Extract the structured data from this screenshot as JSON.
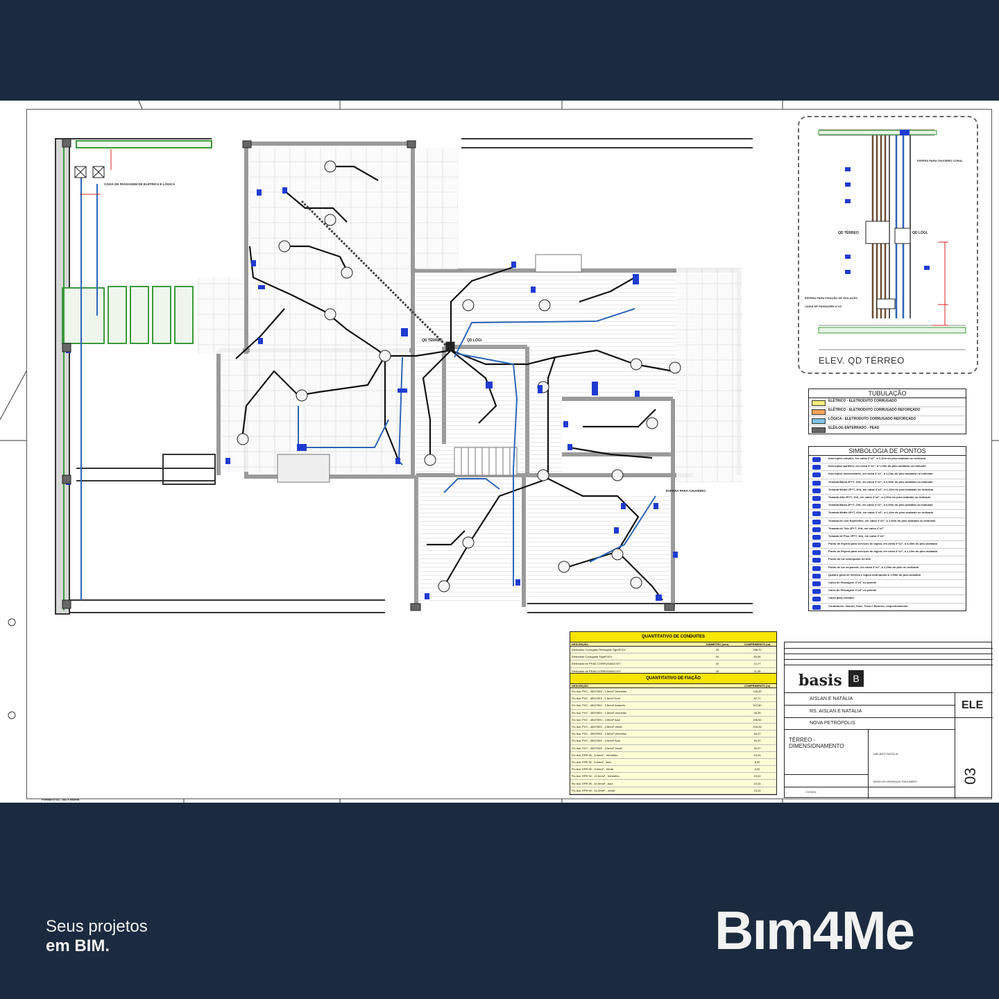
{
  "sheet": {
    "elevation_title": "ELEV. QD TÉRREO",
    "elevation_labels": [
      "QD TÉRREO",
      "QD LÓGI.",
      "ESPERA PARA CHUVEIRO CORAL",
      "ESPERA PARA FIXAÇÃO DE ISOLAÇÃO",
      "CAIXA DE PASSAGEM 4\"x4\""
    ],
    "plan_labels": {
      "caixa_passagem": "CAIXA DE PASSAGEM DE ELÉTRICA E LÓGICA",
      "qd_terreo": "QD TÉRREO",
      "qd_logi": "QD LÓGI",
      "espera_chuveiro": "ESPERA PARA CHUVEIRO"
    },
    "tubulacao": {
      "title": "TUBULAÇÃO",
      "rows": [
        {
          "label": "ELÉTRICO - ELETRODUTO CORRUGADO",
          "color": "#f5ef7a"
        },
        {
          "label": "ELÉTRICO - ELETRODUTO CORRUGADO REFORÇADO",
          "color": "#f0a35a"
        },
        {
          "label": "LÓGICA - ELETRODUTO CORRUGADO REFORÇADO",
          "color": "#7ec3e8"
        },
        {
          "label": "ELÉ/LOG ENTERRADO - PEAD",
          "color": "#666666"
        }
      ]
    },
    "simbologia": {
      "title": "SIMBOLOGIA DE PONTOS",
      "rows": [
        "Interruptor simples, em caixa 4\"x2\", a 1,10m do piso acabado ou indicado",
        "Interruptor paralelo, em caixa 4\"x2\", a 1,10m do piso acabado ou indicado",
        "Interruptor intermediário, em caixa 4\"x2\", a 1,10m do piso acabado ou indicado",
        "Tomada Baixa 2P+T, 10A, em caixa 4\"x2\", a 0,30m do piso acabado ou indicado",
        "Tomada Média 2P+T, 10A, em caixa 4\"x2\", a 1,10m do piso acabado ou indicado",
        "Tomada Alta 2P+T, 10A, em caixa 4\"x2\", a 2,20m do piso acabado ou indicado",
        "Tomada Baixa 2P+T, 20A, em caixa 4\"x2\", a 0,30m do piso acabado ou indicado",
        "Tomada Média 2P+T, 20A, em caixa 4\"x2\", a 1,10m do piso acabado ou indicado",
        "Tomada de Uso Específico, em caixa 4\"x2\", a 1,60m do piso acabado ou indicado",
        "Tomada de Tela 2P+T, 10A, em caixa 4\"x2\"",
        "Tomada de Piso 2P+T, 10A, em caixa 4\"x4\"",
        "Ponto de Espera para serviços de lógica, em caixa 4\"x2\", a 0,30m do piso acabado",
        "Ponto de Espera para serviços de lógica, em caixa 4\"x2\", a 1,10m do piso acabado",
        "Ponto de luz sobreposto no teto",
        "Ponto de luz na parede, em caixa 4\"x2\", a 2,20m do piso ou indicado",
        "Quadro geral de elétrica e lógica sobreposto a 1,50m do piso acabado",
        "Caixa de Passagem 4\"x4\" no parede",
        "Caixa de Passagem 4\"x4\" no parede",
        "Caixa para medidor",
        "Condutores: Neutro, Fase, Terra e Retorno, respectivamente"
      ]
    },
    "condutos": {
      "title": "QUANTITATIVO DE CONDUITES",
      "columns": [
        "DESCRIÇÃO",
        "DIÂMETRO (mm)",
        "COMPRIMENTO (m)"
      ],
      "rows": [
        [
          "Eletroduto Corrugado Reforçado TigreFLEX",
          "25",
          "258,70"
        ],
        [
          "Eletroduto Corrugado TigreFLEX",
          "20",
          "60,06"
        ],
        [
          "Eletroduto de PEAD CORRUGADO KIT",
          "32",
          "12,27"
        ],
        [
          "Eletroduto de PEAD CORRUGADO KIT",
          "40",
          "11,45"
        ]
      ]
    },
    "fiacao": {
      "title": "QUANTITATIVO DE FIAÇÃO",
      "columns": [
        "DESCRIÇÃO",
        "COMPRIMENTO (m)"
      ],
      "rows": [
        [
          "Fio Isol. PVC - 450/750V - 1,5mm² Vermelho",
          "139,45"
        ],
        [
          "Fio Isol. PVC - 450/750V - 1,5mm² Azul",
          "87,71"
        ],
        [
          "Fio Isol. PVC - 450/750V - 1,5mm² Amarelo",
          "312,80"
        ],
        [
          "Fio Isol. PVC - 450/750V - 1,5mm² Vermelho",
          "28,28"
        ],
        [
          "Fio Isol. PVC - 450/750V - 2,5mm² Azul",
          "206,52"
        ],
        [
          "Fio Isol. PVC - 450/750V - 2,5mm² Verde",
          "216,26"
        ],
        [
          "Fio Isol. PVC - 450/750V - 2,5mm² Vermelho",
          "40,37"
        ],
        [
          "Fio Isol. PVC - 450/750V - 4,0mm² Azul",
          "40,37"
        ],
        [
          "Fio Isol. PVC - 450/750V - 4,0mm² Verde",
          "40,37"
        ],
        [
          "Fio Isol. EPR 90 - 6,0mm² - Vermelho",
          "23,24"
        ],
        [
          "Fio Isol. EPR 90 - 6,0mm² - Azul",
          "6,00"
        ],
        [
          "Fio Isol. EPR 90 - 6,0mm² - Verde",
          "6,00"
        ],
        [
          "Fio Isol. EPR 90 - 10,0mm² - Vermelho",
          "23,24"
        ],
        [
          "Fio Isol. EPR 90 - 10,0mm² - Azul",
          "23,24"
        ],
        [
          "Fio Isol. EPR 90 - 10,0mm² - Verde",
          "23,24"
        ]
      ]
    },
    "title_block": {
      "logo": "basis",
      "logo_mark": "B",
      "client": "AISLAN E NATÁLIA",
      "project": "RS. AISLAN E NATÁLIA",
      "city": "NOVA PETRÓPOLIS",
      "drawing": "TÉRREO - DIMENSIONAMENTO",
      "discipline": "ELE",
      "sheet_number": "03",
      "owner_sign": "AISLAN E NATÁLIA",
      "engineer": "MARCOS HENRIQUE FAGUNDES",
      "date": "17/09/24"
    },
    "format": "FORMATO A1 - 841 x 594mm"
  },
  "footer": {
    "tagline_line1": "Seus projetos",
    "tagline_line2": "em BIM.",
    "brand": "Bım4Me"
  }
}
